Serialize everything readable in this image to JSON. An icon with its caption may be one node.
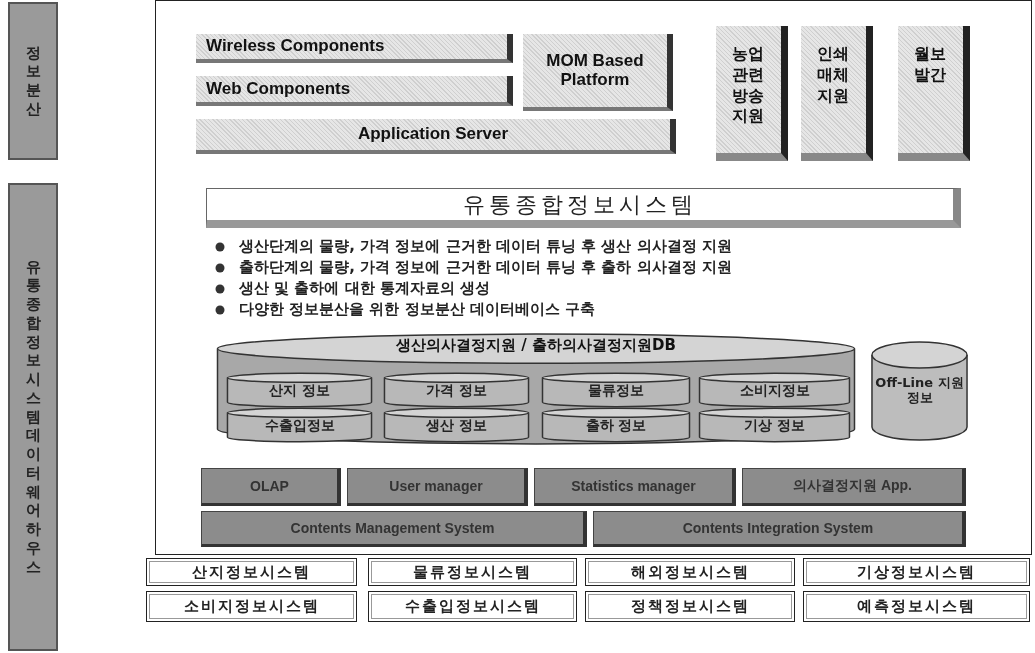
{
  "diagram": {
    "nodes": [
      {
        "text": [
          "정보분산"
        ]
      },
      {
        "text": [
          "유통종합정보시스템 데이터웨어하우스"
        ]
      },
      {
        "text": [],
        "shape": "box"
      },
      {
        "text": [
          "Wireless Components"
        ],
        "in": 2
      },
      {
        "text": [
          "Web Components"
        ],
        "in": 2
      },
      {
        "text": [
          "MOM Based Platform"
        ],
        "in": 2
      },
      {
        "text": [
          "Application Server"
        ],
        "in": 2
      },
      {
        "text": [
          "농업 관련 방송 지원"
        ],
        "in": 2
      },
      {
        "text": [
          "인쇄 매체 지원"
        ],
        "in": 2
      },
      {
        "text": [
          "월보 발간"
        ],
        "in": 2
      },
      {
        "text": [
          "유통종합정보시스템"
        ],
        "in": 2
      },
      {
        "text": [
          "생산의사결정지원 / 출하의사결정지원DB"
        ],
        "in": 2
      },
      {
        "text": [
          "산지 정보"
        ],
        "in": 11
      },
      {
        "text": [
          "가격 정보"
        ],
        "in": 11
      },
      {
        "text": [
          "물류정보"
        ],
        "in": 11
      },
      {
        "text": [
          "소비지정보"
        ],
        "in": 11
      },
      {
        "text": [
          "수출입정보"
        ],
        "in": 11
      },
      {
        "text": [
          "생산 정보"
        ],
        "in": 11
      },
      {
        "text": [
          "출하 정보"
        ],
        "in": 11
      },
      {
        "text": [
          "기상 정보"
        ],
        "in": 11
      },
      {
        "text": [
          "Off-Line 지원정보"
        ],
        "in": 2
      },
      {
        "text": [
          "OLAP"
        ],
        "in": 2
      },
      {
        "text": [
          "User manager"
        ],
        "in": 2
      },
      {
        "text": [
          "Statistics manager"
        ],
        "in": 2
      },
      {
        "text": [
          "의사결정지원 App."
        ],
        "in": 2
      },
      {
        "text": [
          "Contents Management System"
        ],
        "in": 2
      },
      {
        "text": [
          "Contents Integration System"
        ],
        "in": 2
      },
      {
        "text": [
          "산지정보시스템"
        ]
      },
      {
        "text": [
          "물류정보시스템"
        ]
      },
      {
        "text": [
          "해외정보시스템"
        ]
      },
      {
        "text": [
          "기상정보시스템"
        ]
      },
      {
        "text": [
          "소비지정보시스템"
        ]
      },
      {
        "text": [
          "수출입정보시스템"
        ]
      },
      {
        "text": [
          "정책정보시스템"
        ]
      },
      {
        "text": [
          "예측정보시스템"
        ]
      }
    ],
    "labels": [
      "생산단계의 물량, 가격 정보에 근거한 데이터 튜닝 후 생산 의사결정 지원",
      "출하단계의 물량, 가격 정보에 근거한 데이터 튜닝 후 출하 의사결정 지원",
      "생산 및 출하에 대한 통계자료의 생성",
      "다양한 정보분산을 위한 정보분산 데이터베이스 구축"
    ]
  }
}
